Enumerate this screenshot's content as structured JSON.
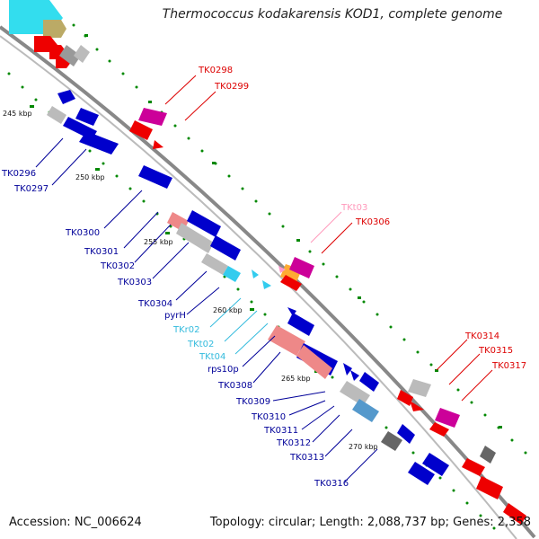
{
  "title": "Thermococcus kodakarensis KOD1, complete genome",
  "accession": "Accession: NC_006624",
  "stats": "Topology: circular; Length: 2,088,737 bp; Genes: 2,358",
  "colors": {
    "forward_protein": "#ee0000",
    "reverse_protein": "#0000cc",
    "other_gene": "#bbbbbb",
    "dark_gene": "#666666",
    "pink_gene": "#ee8888",
    "light_rna": "#33ccee",
    "trna_label": "#ff99aa",
    "steel_gene": "#5599cc",
    "magenta_gene": "#cc0099",
    "label_red": "#dd0000",
    "label_blue": "#000099",
    "label_cyan": "#00aadd",
    "label_pink": "#ff99bb",
    "backbone": "#999999",
    "tick": "#008800"
  },
  "kbp_ticks": [
    "245 kbp",
    "250 kbp",
    "255 kbp",
    "260 kbp",
    "265 kbp",
    "270 kbp"
  ],
  "labels": [
    {
      "text": "TK0298",
      "color": "label_red"
    },
    {
      "text": "TK0299",
      "color": "label_red"
    },
    {
      "text": "TK0296",
      "color": "label_blue"
    },
    {
      "text": "TK0297",
      "color": "label_blue"
    },
    {
      "text": "TK0300",
      "color": "label_blue"
    },
    {
      "text": "TK0301",
      "color": "label_blue"
    },
    {
      "text": "TK0302",
      "color": "label_blue"
    },
    {
      "text": "TK0303",
      "color": "label_blue"
    },
    {
      "text": "TKt03",
      "color": "label_pink"
    },
    {
      "text": "TK0306",
      "color": "label_red"
    },
    {
      "text": "TK0304",
      "color": "label_blue"
    },
    {
      "text": "pyrH",
      "color": "label_blue"
    },
    {
      "text": "TKr02",
      "color": "label_cyan"
    },
    {
      "text": "TKt02",
      "color": "label_cyan"
    },
    {
      "text": "TKt04",
      "color": "label_cyan"
    },
    {
      "text": "rps10p",
      "color": "label_blue"
    },
    {
      "text": "TK0308",
      "color": "label_blue"
    },
    {
      "text": "TK0309",
      "color": "label_blue"
    },
    {
      "text": "TK0310",
      "color": "label_blue"
    },
    {
      "text": "TK0311",
      "color": "label_blue"
    },
    {
      "text": "TK0312",
      "color": "label_blue"
    },
    {
      "text": "TK0313",
      "color": "label_blue"
    },
    {
      "text": "TK0314",
      "color": "label_red"
    },
    {
      "text": "TK0315",
      "color": "label_red"
    },
    {
      "text": "TK0317",
      "color": "label_red"
    },
    {
      "text": "TK0316",
      "color": "label_blue"
    }
  ]
}
